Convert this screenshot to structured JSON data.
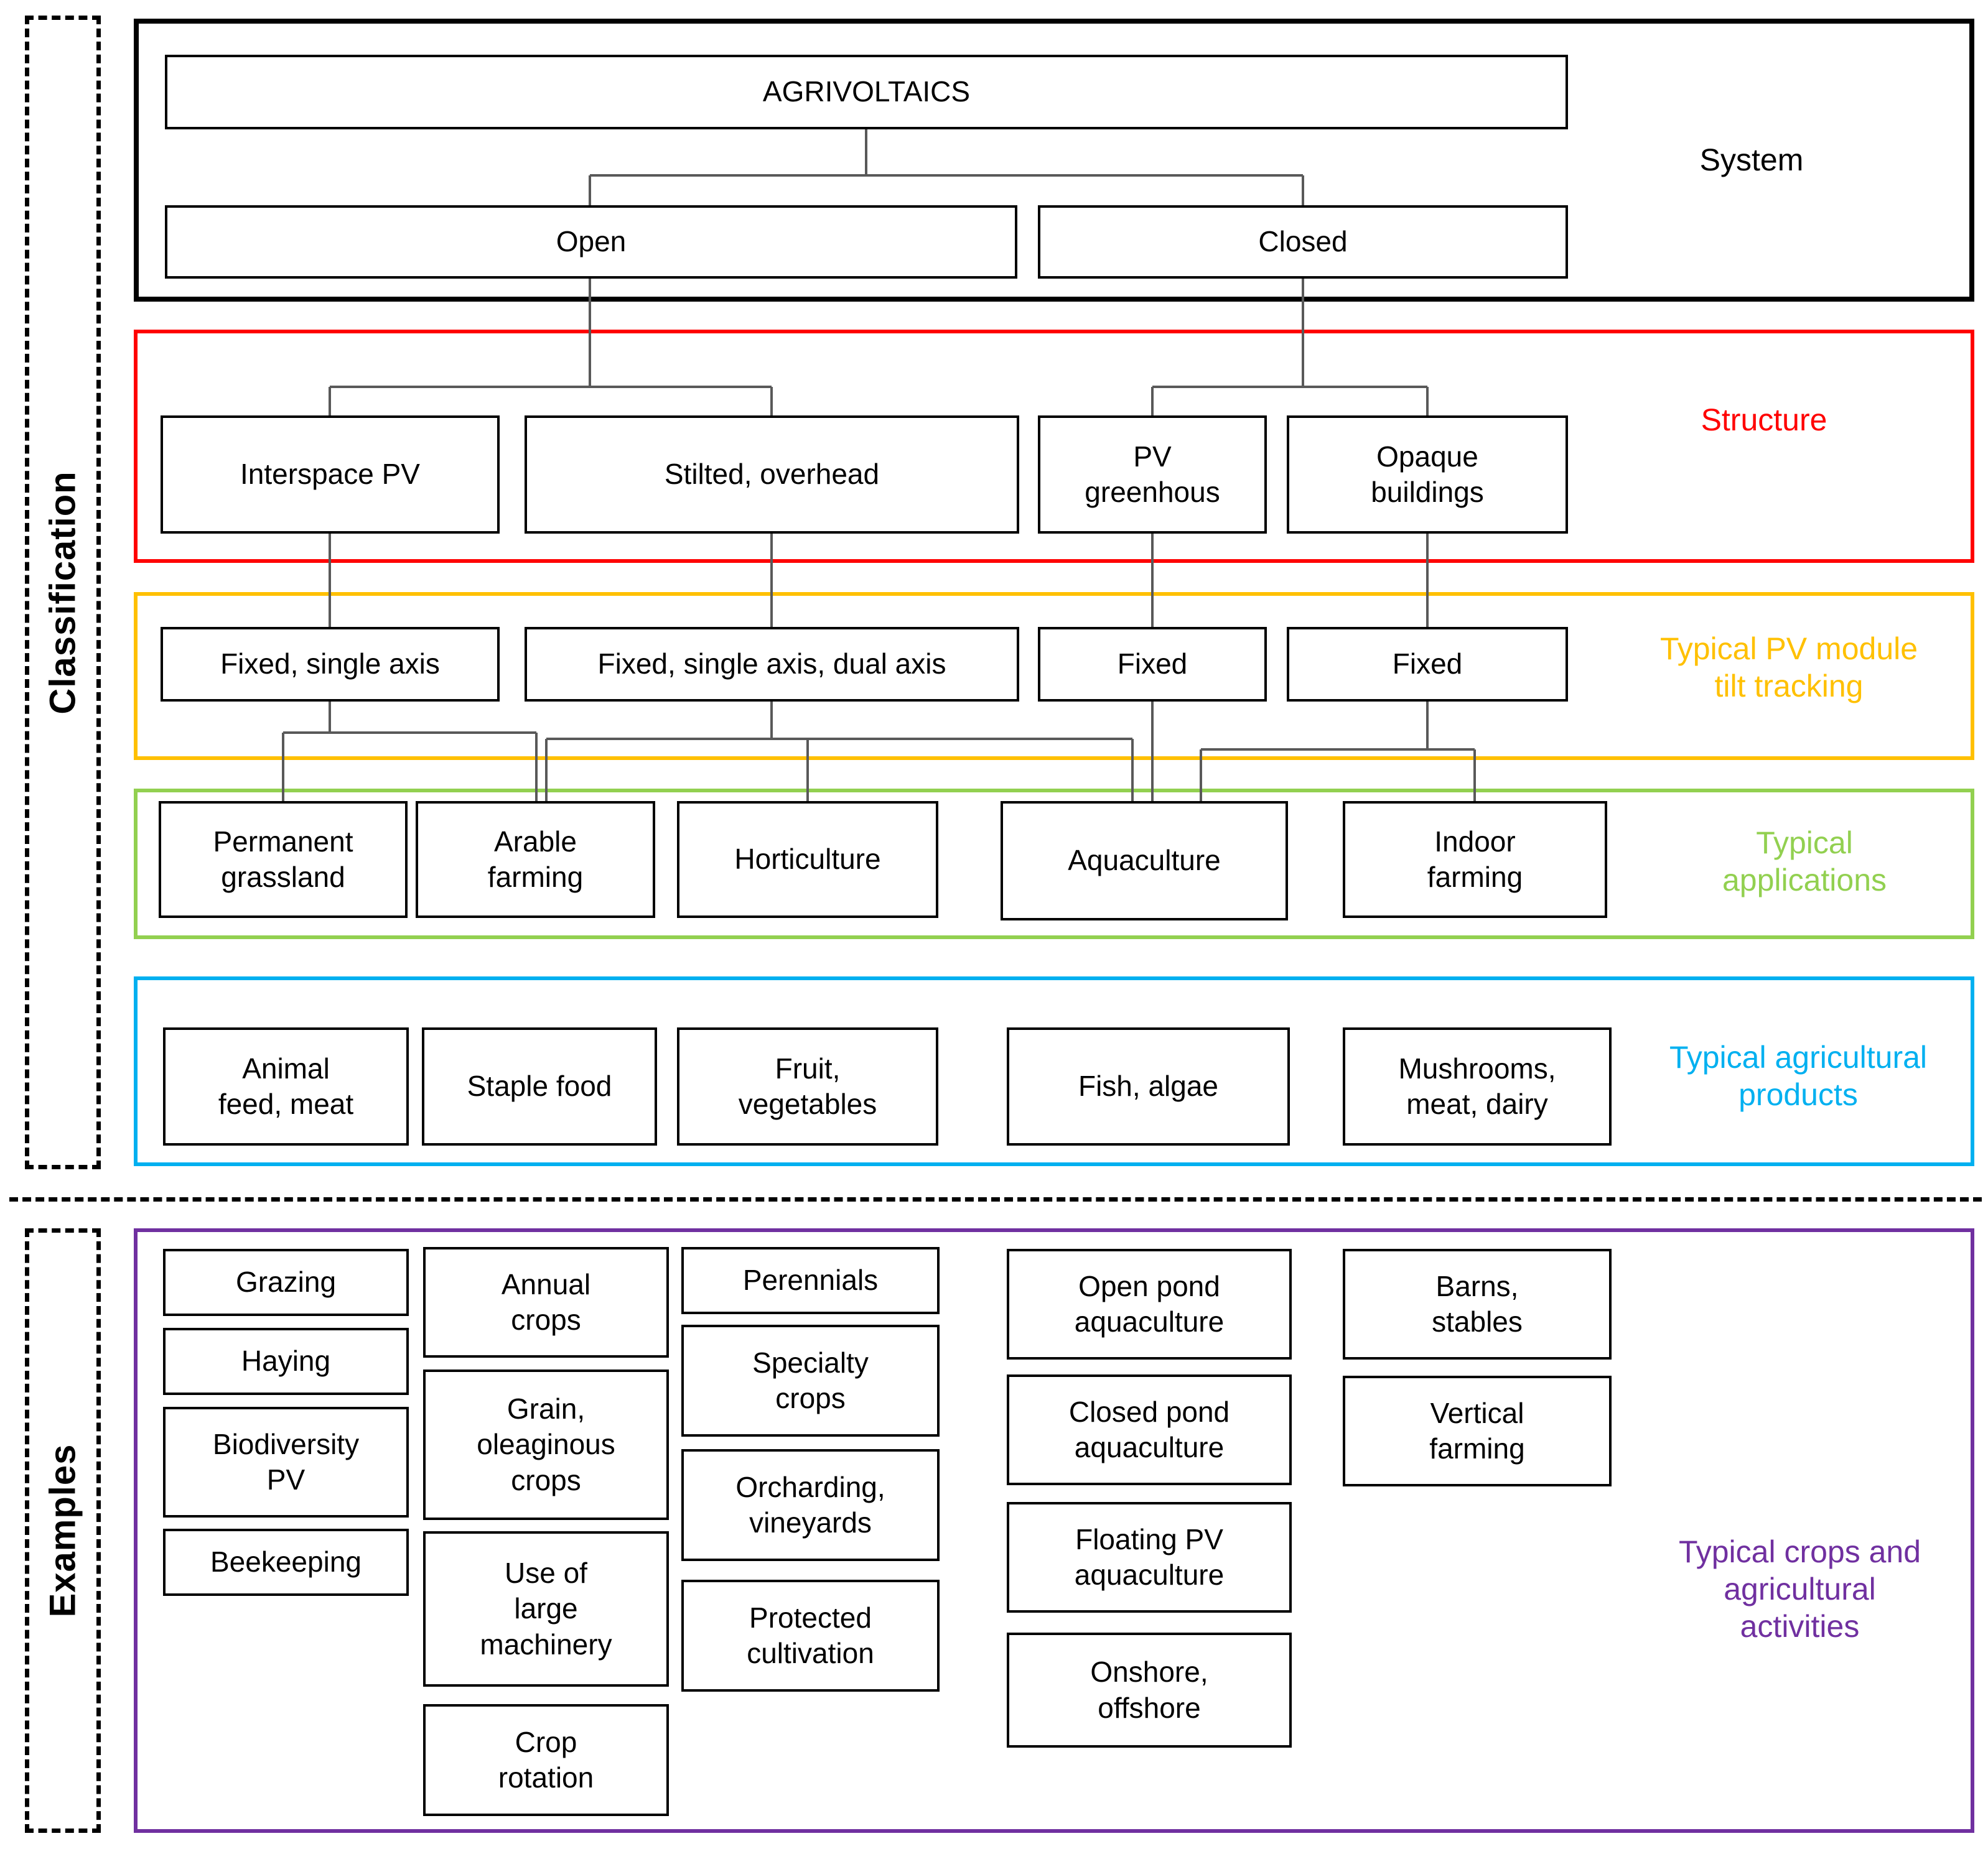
{
  "sidebar": {
    "classification_label": "Classification",
    "examples_label": "Examples"
  },
  "system": {
    "label": "System",
    "root": "AGRIVOLTAICS",
    "open": "Open",
    "closed": "Closed"
  },
  "structure": {
    "label": "Structure",
    "color": "#FF0000",
    "items": [
      "Interspace PV",
      "Stilted, overhead",
      "PV\ngreenhous",
      "Opaque\nbuildings"
    ]
  },
  "tilt": {
    "label": "Typical PV module\ntilt tracking",
    "color": "#FFC000",
    "items": [
      "Fixed, single axis",
      "Fixed, single axis, dual axis",
      "Fixed",
      "Fixed"
    ]
  },
  "applications": {
    "label": "Typical\napplications",
    "color": "#92D050",
    "items": [
      "Permanent\ngrassland",
      "Arable\nfarming",
      "Horticulture",
      "Aquaculture",
      "Indoor\nfarming"
    ]
  },
  "products": {
    "label": "Typical agricultural\nproducts",
    "color": "#00B0F0",
    "items": [
      "Animal\nfeed, meat",
      "Staple food",
      "Fruit,\nvegetables",
      "Fish, algae",
      "Mushrooms,\nmeat, dairy"
    ]
  },
  "examples": {
    "label": "Typical crops and\nagricultural\nactivities",
    "color": "#7030A0",
    "columns": [
      [
        "Grazing",
        "Haying",
        "Biodiversity\nPV",
        "Beekeeping"
      ],
      [
        "Annual\ncrops",
        "Grain,\noleaginous\ncrops",
        "Use of\nlarge\nmachinery",
        "Crop\nrotation"
      ],
      [
        "Perennials",
        "Specialty\ncrops",
        "Orcharding,\nvineyards",
        "Protected\ncultivation"
      ],
      [
        "Open pond\naquaculture",
        "Closed pond\naquaculture",
        "Floating PV\naquaculture",
        "Onshore,\noffshore"
      ],
      [
        "Barns,\nstables",
        "Vertical\nfarming"
      ]
    ]
  },
  "connector_color": "#595959"
}
